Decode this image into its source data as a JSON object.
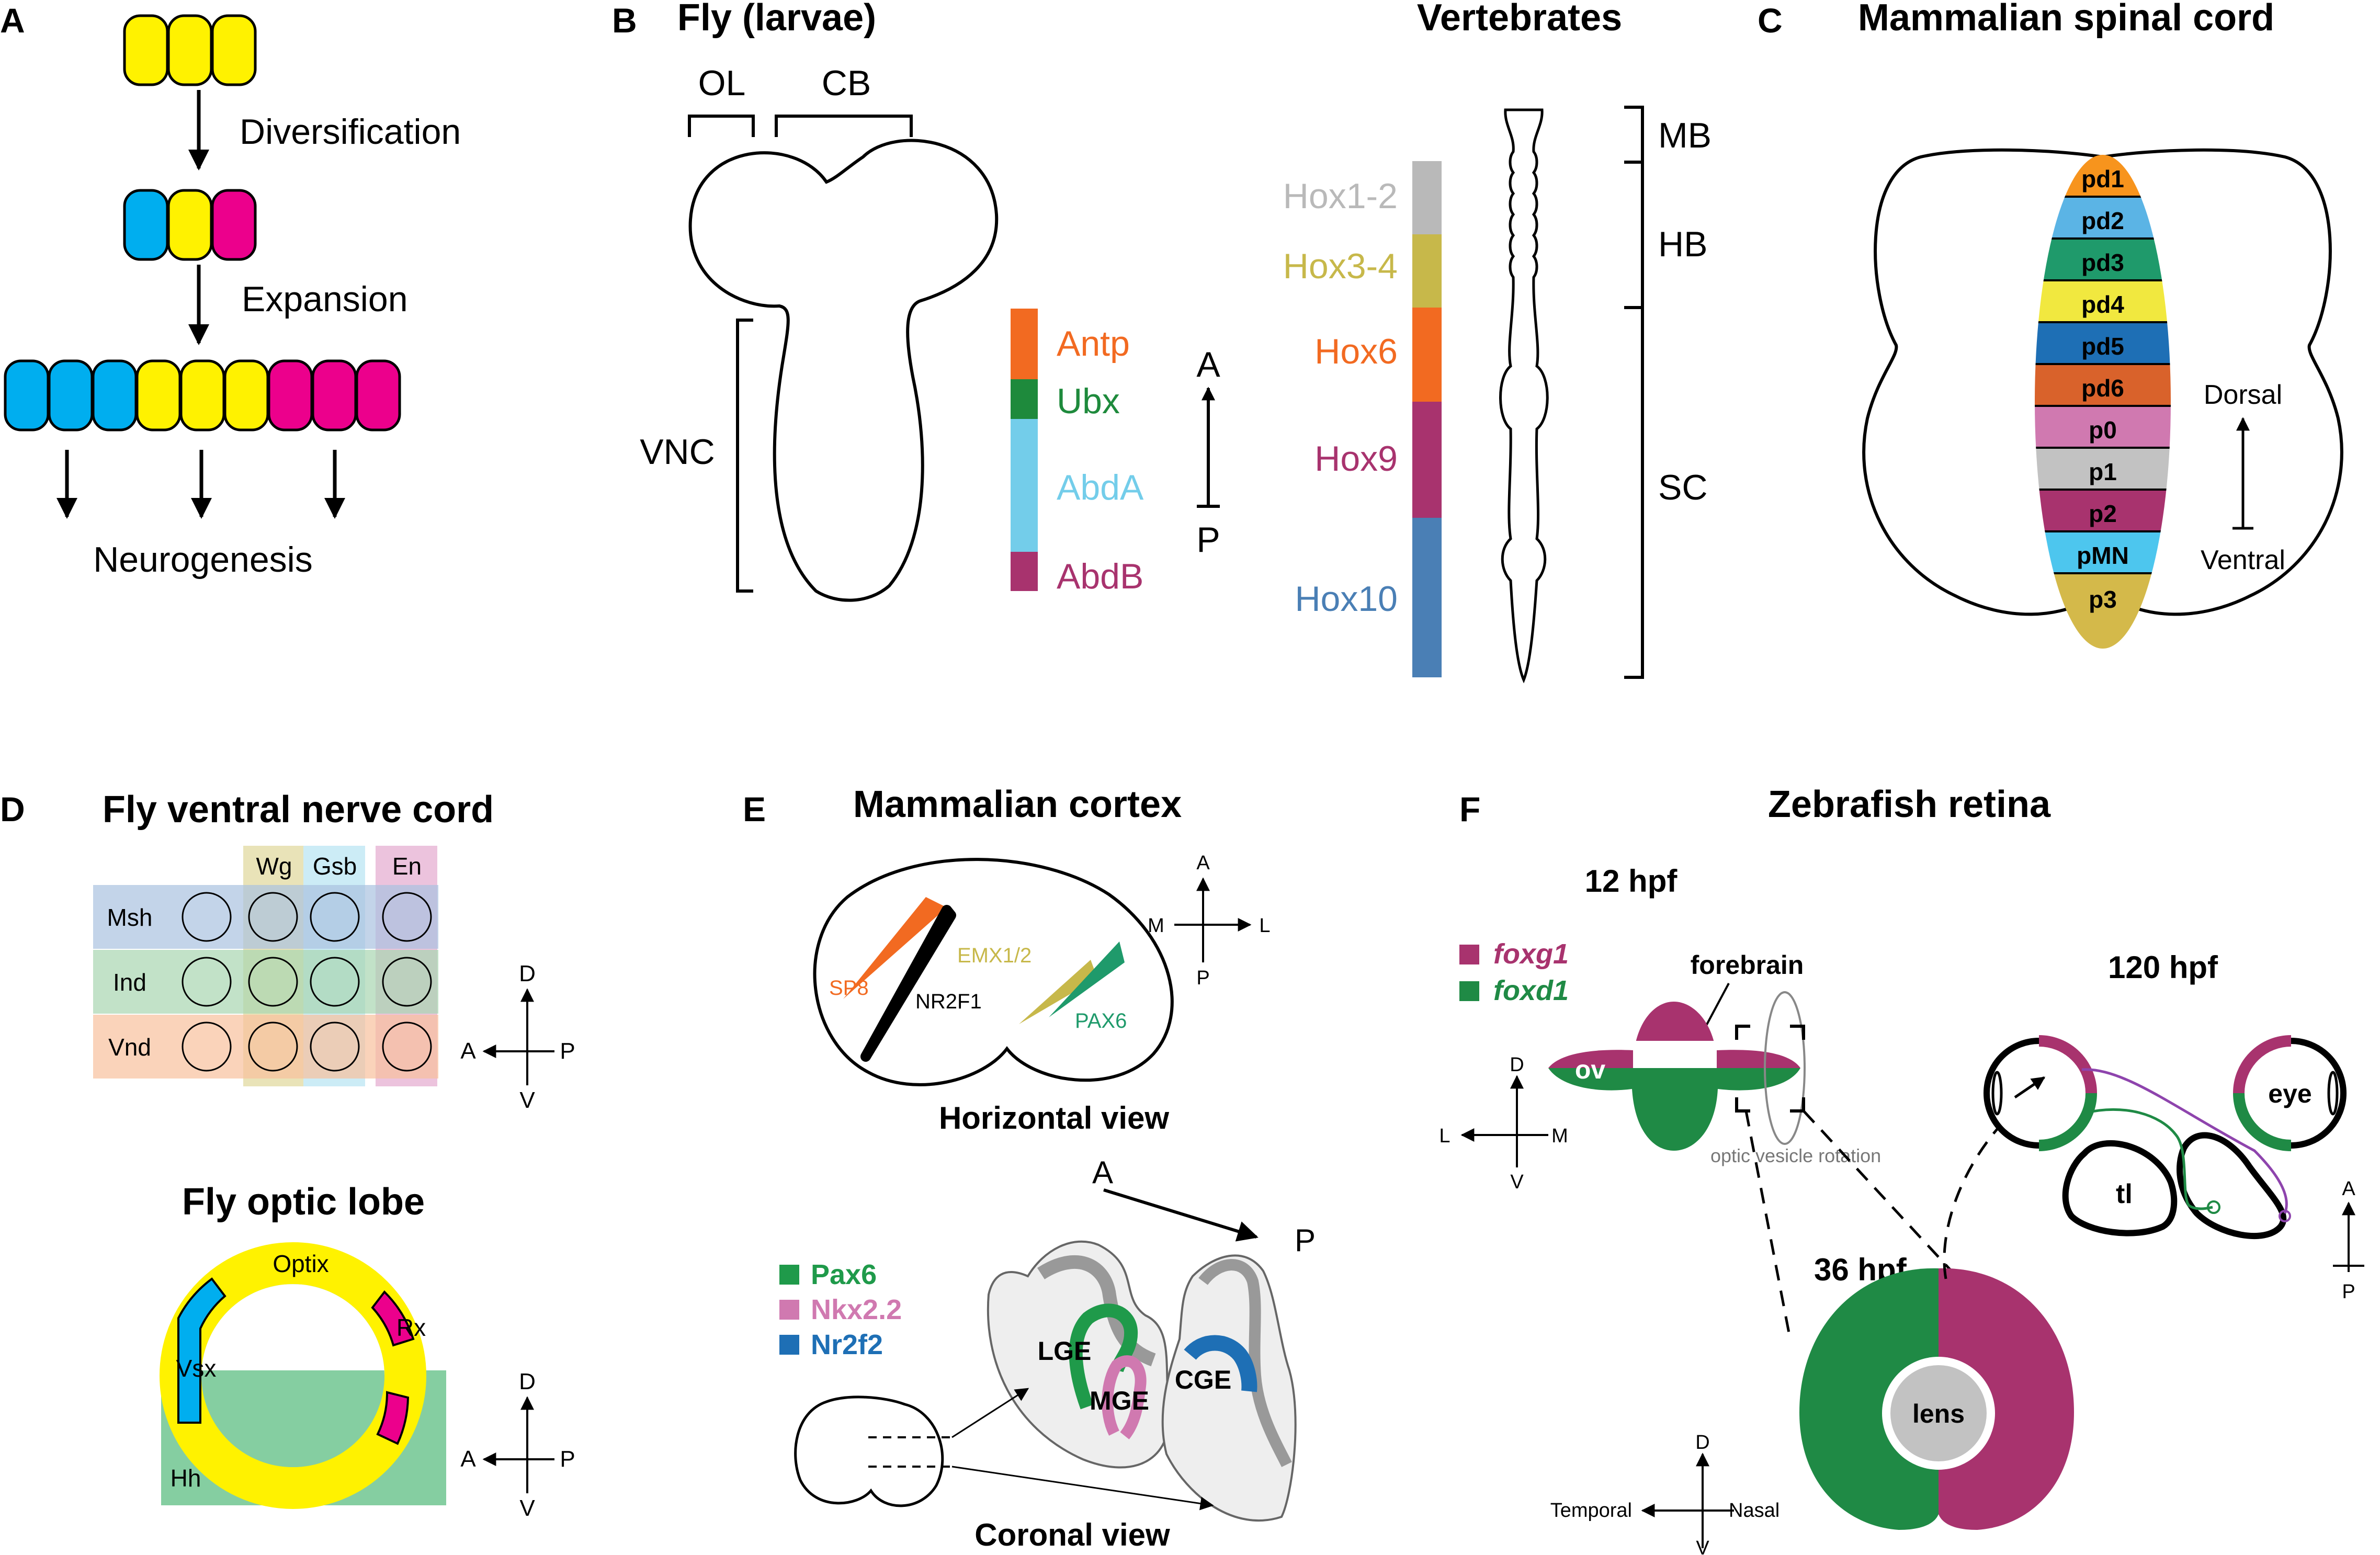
{
  "panels": {
    "A": {
      "letter": "A",
      "steps": [
        "Diversification",
        "Expansion",
        "Neurogenesis"
      ]
    },
    "B": {
      "letter": "B",
      "fly_title": "Fly (larvae)",
      "vert_title": "Vertebrates",
      "fly_regions": [
        "OL",
        "CB",
        "VNC"
      ],
      "fly_genes": [
        {
          "name": "Antp",
          "color": "#f26a21"
        },
        {
          "name": "Ubx",
          "color": "#1e8a3c"
        },
        {
          "name": "AbdA",
          "color": "#73cdea"
        },
        {
          "name": "AbdB",
          "color": "#a8336e"
        }
      ],
      "axis": {
        "top": "A",
        "bottom": "P"
      },
      "vert_genes": [
        {
          "name": "Hox1-2",
          "color": "#b9b9b9"
        },
        {
          "name": "Hox3-4",
          "color": "#c7b84a"
        },
        {
          "name": "Hox6",
          "color": "#f26a21"
        },
        {
          "name": "Hox9",
          "color": "#a8336e"
        },
        {
          "name": "Hox10",
          "color": "#4a7fb5"
        }
      ],
      "vert_regions": [
        "MB",
        "HB",
        "SC"
      ]
    },
    "C": {
      "letter": "C",
      "title": "Mammalian spinal cord",
      "domains": [
        {
          "name": "pd1",
          "color": "#f7941d"
        },
        {
          "name": "pd2",
          "color": "#5bb4e5"
        },
        {
          "name": "pd3",
          "color": "#1f9a6b"
        },
        {
          "name": "pd4",
          "color": "#f1e83f"
        },
        {
          "name": "pd5",
          "color": "#1e6fb5"
        },
        {
          "name": "pd6",
          "color": "#d9622b"
        },
        {
          "name": "p0",
          "color": "#d079b0"
        },
        {
          "name": "p1",
          "color": "#c2c2c2"
        },
        {
          "name": "p2",
          "color": "#a8336e"
        },
        {
          "name": "pMN",
          "color": "#4dc6ee"
        },
        {
          "name": "p3",
          "color": "#d4b94a"
        }
      ],
      "axis": {
        "top": "Dorsal",
        "bottom": "Ventral"
      }
    },
    "D": {
      "letter": "D",
      "title": "Fly ventral nerve cord",
      "cols": [
        {
          "name": "Wg",
          "color": "#e0d79a"
        },
        {
          "name": "Gsb",
          "color": "#b7e4f2"
        },
        {
          "name": "En",
          "color": "#e4a9cf"
        }
      ],
      "rows": [
        {
          "name": "Msh",
          "color": "#a9c2df"
        },
        {
          "name": "Ind",
          "color": "#a8d5b0"
        },
        {
          "name": "Vnd",
          "color": "#f8c09c"
        }
      ],
      "axis": {
        "top": "D",
        "bottom": "V",
        "left": "A",
        "right": "P"
      },
      "optic_title": "Fly optic lobe",
      "optic_labels": [
        "Optix",
        "Rx",
        "Vsx",
        "Hh"
      ]
    },
    "E": {
      "letter": "E",
      "title": "Mammalian cortex",
      "horiz_labels": [
        {
          "name": "SP8",
          "color": "#f26a21"
        },
        {
          "name": "NR2F1",
          "color": "#000000"
        },
        {
          "name": "EMX1/2",
          "color": "#c7b84a"
        },
        {
          "name": "PAX6",
          "color": "#1f9a6b"
        }
      ],
      "horiz_axis": {
        "top": "A",
        "bottom": "P",
        "left": "M",
        "right": "L"
      },
      "horiz_view": "Horizontal view",
      "coronal_axis": {
        "from": "A",
        "to": "P"
      },
      "legend": [
        {
          "name": "Pax6",
          "color": "#1f9a4a"
        },
        {
          "name": "Nkx2.2",
          "color": "#d079b0"
        },
        {
          "name": "Nr2f2",
          "color": "#1e6fb5"
        }
      ],
      "eminences": [
        "LGE",
        "MGE",
        "CGE"
      ],
      "coronal_view": "Coronal view"
    },
    "F": {
      "letter": "F",
      "title": "Zebrafish retina",
      "stage1": "12 hpf",
      "legend": [
        {
          "name": "foxg1",
          "color": "#a8336e"
        },
        {
          "name": "foxd1",
          "color": "#1f8a45"
        }
      ],
      "forebrain": "forebrain",
      "ov": "ov",
      "rotation": "optic vesicle rotation",
      "axis1": {
        "top": "D",
        "bottom": "V",
        "left": "L",
        "right": "M"
      },
      "stage2": "36 hpf",
      "lens": "lens",
      "axis2": {
        "top": "D",
        "bottom": "V",
        "left": "Temporal",
        "right": "Nasal"
      },
      "stage3": "120 hpf",
      "eye": "eye",
      "tl": "tl",
      "axis3": {
        "top": "A",
        "bottom": "P"
      }
    }
  }
}
